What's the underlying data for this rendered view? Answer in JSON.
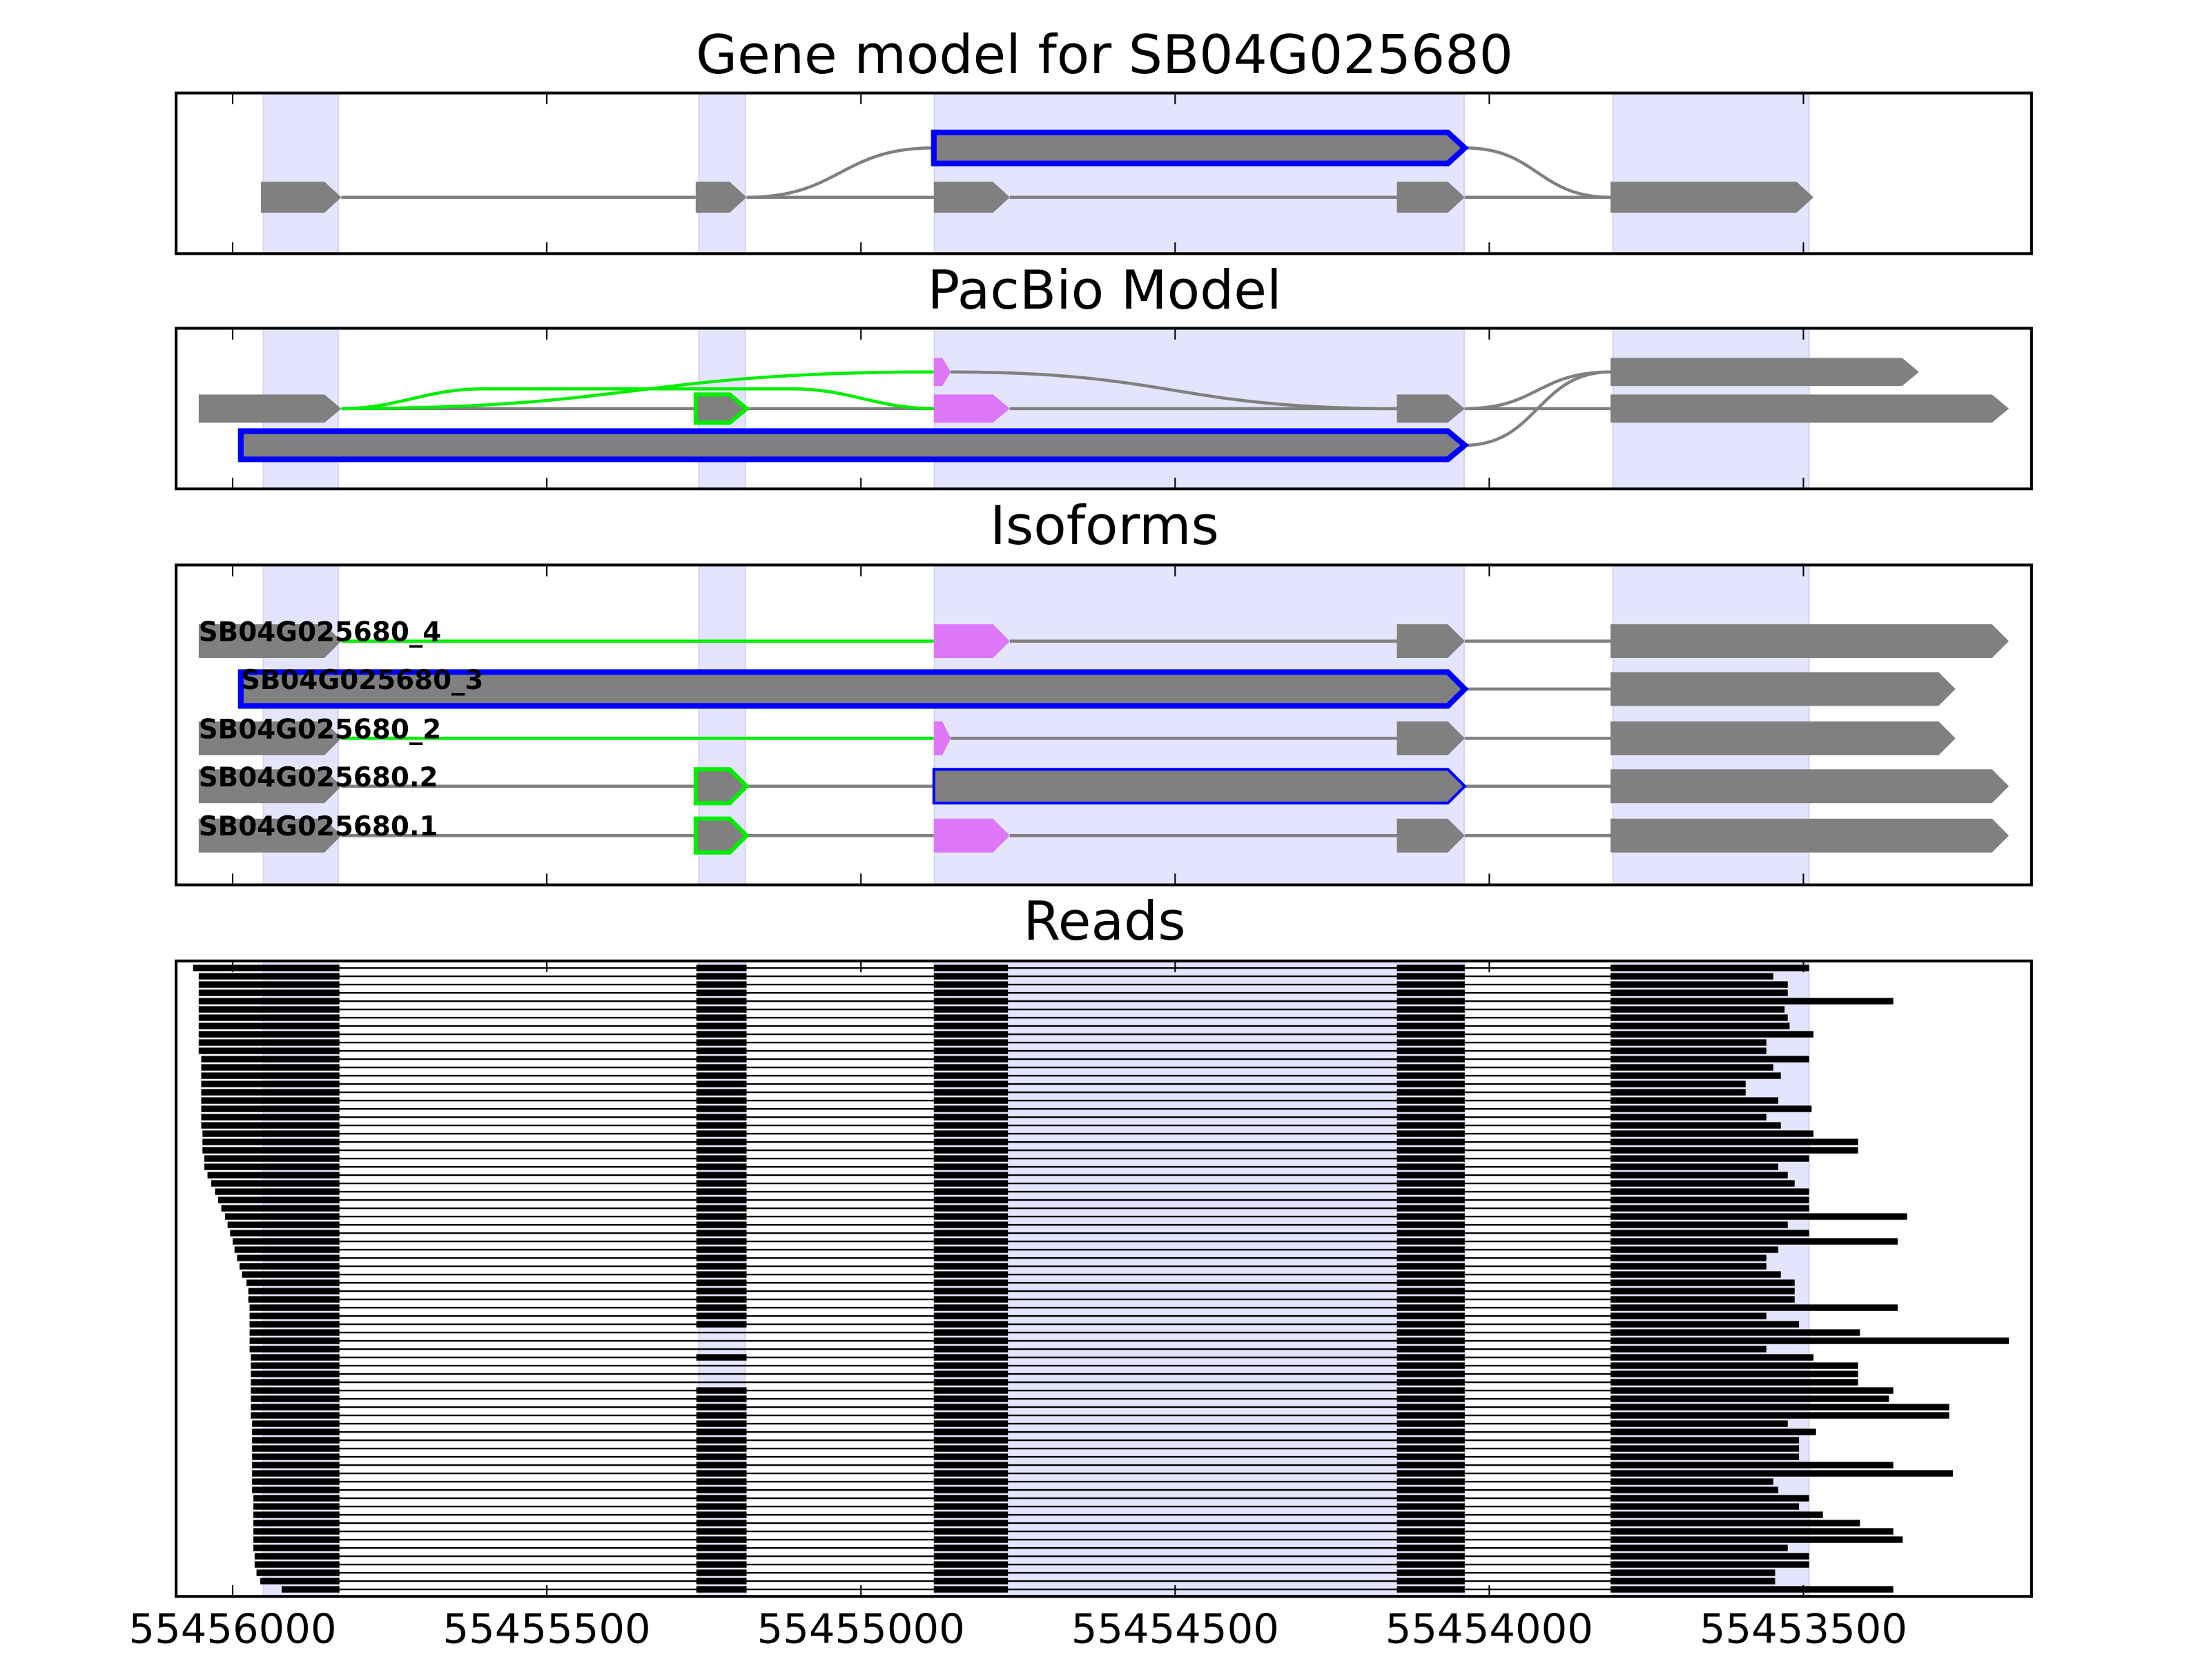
{
  "chart_data": {
    "type": "gene-structure",
    "xaxis": {
      "ticks": [
        55456000,
        55455500,
        55455000,
        55454500,
        55454000,
        55453500
      ],
      "tick_labels": [
        "55456000",
        "55455500",
        "55455000",
        "55454500",
        "55454000",
        "55453500"
      ],
      "xlim": [
        55456090,
        55453137
      ],
      "reversed": true
    },
    "colors": {
      "exon": "#808080",
      "alt_exon": "#dd77f7",
      "highlight": "#0000ff",
      "novel": "#00ee00",
      "shade": "#e4e4fc",
      "read": "#000000"
    },
    "shaded_regions": [
      [
        55455951,
        55455832
      ],
      [
        55455258,
        55455184
      ],
      [
        55454883,
        55454040
      ],
      [
        55453803,
        55453491
      ]
    ],
    "panels": [
      {
        "title": "Gene model for SB04G025680",
        "exons": [
          {
            "row": 1,
            "start": 55455955,
            "end": 55455827,
            "fill": "#808080"
          },
          {
            "row": 1,
            "start": 55455263,
            "end": 55455182,
            "fill": "#808080"
          },
          {
            "row": 1,
            "start": 55454884,
            "end": 55454763,
            "fill": "#808080"
          },
          {
            "row": 1,
            "start": 55454147,
            "end": 55454039,
            "fill": "#808080"
          },
          {
            "row": 1,
            "start": 55453807,
            "end": 55453484,
            "fill": "#808080"
          },
          {
            "row": 0,
            "start": 55454884,
            "end": 55454039,
            "fill": "#808080",
            "stroke": "#0000ff",
            "sw": 4
          }
        ],
        "edges": [
          {
            "from_row": 1,
            "from": 55455827,
            "to_row": 1,
            "to": 55455263,
            "color": "#808080"
          },
          {
            "from_row": 1,
            "from": 55455182,
            "to_row": 1,
            "to": 55454884,
            "color": "#808080"
          },
          {
            "from_row": 1,
            "from": 55454763,
            "to_row": 1,
            "to": 55454147,
            "color": "#808080"
          },
          {
            "from_row": 1,
            "from": 55454039,
            "to_row": 1,
            "to": 55453807,
            "color": "#808080"
          },
          {
            "from_row": 1,
            "from": 55455182,
            "to_row": 0,
            "to": 55454884,
            "color": "#808080"
          },
          {
            "from_row": 0,
            "from": 55454039,
            "to_row": 1,
            "to": 55453807,
            "color": "#808080"
          }
        ]
      },
      {
        "title": "PacBio Model",
        "exons": [
          {
            "row": 0,
            "start": 55454884,
            "end": 55454857,
            "fill": "#dd77f7"
          },
          {
            "row": 0,
            "start": 55453807,
            "end": 55453316,
            "fill": "#808080"
          },
          {
            "row": 1,
            "start": 55456054,
            "end": 55455827,
            "fill": "#808080"
          },
          {
            "row": 1,
            "start": 55455263,
            "end": 55455182,
            "fill": "#808080",
            "stroke": "#00ee00",
            "sw": 3
          },
          {
            "row": 1,
            "start": 55454884,
            "end": 55454763,
            "fill": "#dd77f7"
          },
          {
            "row": 1,
            "start": 55454147,
            "end": 55454039,
            "fill": "#808080"
          },
          {
            "row": 1,
            "start": 55453807,
            "end": 55453173,
            "fill": "#808080"
          },
          {
            "row": 2,
            "start": 55455987,
            "end": 55454039,
            "fill": "#808080",
            "stroke": "#0000ff",
            "sw": 4
          }
        ],
        "edges": [
          {
            "from_row": 1,
            "from": 55455827,
            "to_row": 1,
            "to": 55455263,
            "color": "#808080"
          },
          {
            "from_row": 1,
            "from": 55455182,
            "to_row": 1,
            "to": 55454884,
            "color": "#808080"
          },
          {
            "from_row": 1,
            "from": 55454763,
            "to_row": 1,
            "to": 55454147,
            "color": "#808080"
          },
          {
            "from_row": 1,
            "from": 55454039,
            "to_row": 1,
            "to": 55453807,
            "color": "#808080"
          },
          {
            "from_row": 0,
            "from": 55454857,
            "to_row": 1,
            "to": 55454147,
            "color": "#808080"
          },
          {
            "from_row": 1,
            "from": 55454039,
            "to_row": 0,
            "to": 55453807,
            "color": "#808080"
          },
          {
            "from_row": 2,
            "from": 55454039,
            "to_row": 0,
            "to": 55453807,
            "color": "#808080"
          },
          {
            "from_row": 1,
            "from": 55455827,
            "to_row": 0,
            "to": 55454884,
            "color": "#00ee00"
          },
          {
            "from_row": 1,
            "from": 55455827,
            "to_row": 1,
            "to": 55454884,
            "color": "#00ee00",
            "arc": true
          }
        ]
      },
      {
        "title": "Isoforms",
        "labels": [
          "SB04G025680_4",
          "SB04G025680_3",
          "SB04G025680_2",
          "SB04G025680.2",
          "SB04G025680.1"
        ],
        "exons": [
          {
            "row": 0,
            "start": 55456054,
            "end": 55455827,
            "fill": "#808080"
          },
          {
            "row": 0,
            "start": 55454884,
            "end": 55454763,
            "fill": "#dd77f7"
          },
          {
            "row": 0,
            "start": 55454147,
            "end": 55454039,
            "fill": "#808080"
          },
          {
            "row": 0,
            "start": 55453807,
            "end": 55453173,
            "fill": "#808080"
          },
          {
            "row": 1,
            "start": 55455987,
            "end": 55454039,
            "fill": "#808080",
            "stroke": "#0000ff",
            "sw": 4
          },
          {
            "row": 1,
            "start": 55453807,
            "end": 55453258,
            "fill": "#808080"
          },
          {
            "row": 2,
            "start": 55456054,
            "end": 55455827,
            "fill": "#808080"
          },
          {
            "row": 2,
            "start": 55454884,
            "end": 55454857,
            "fill": "#dd77f7"
          },
          {
            "row": 2,
            "start": 55454147,
            "end": 55454039,
            "fill": "#808080"
          },
          {
            "row": 2,
            "start": 55453807,
            "end": 55453258,
            "fill": "#808080"
          },
          {
            "row": 3,
            "start": 55456054,
            "end": 55455827,
            "fill": "#808080"
          },
          {
            "row": 3,
            "start": 55455263,
            "end": 55455182,
            "fill": "#808080",
            "stroke": "#00ee00",
            "sw": 3
          },
          {
            "row": 3,
            "start": 55454884,
            "end": 55454039,
            "fill": "#808080",
            "stroke": "#0000ff",
            "sw": 2
          },
          {
            "row": 3,
            "start": 55453807,
            "end": 55453173,
            "fill": "#808080"
          },
          {
            "row": 4,
            "start": 55456054,
            "end": 55455827,
            "fill": "#808080"
          },
          {
            "row": 4,
            "start": 55455263,
            "end": 55455182,
            "fill": "#808080",
            "stroke": "#00ee00",
            "sw": 3
          },
          {
            "row": 4,
            "start": 55454884,
            "end": 55454763,
            "fill": "#dd77f7"
          },
          {
            "row": 4,
            "start": 55454147,
            "end": 55454039,
            "fill": "#808080"
          },
          {
            "row": 4,
            "start": 55453807,
            "end": 55453173,
            "fill": "#808080"
          }
        ],
        "edges": [
          {
            "from_row": 0,
            "from": 55455827,
            "to_row": 0,
            "to": 55454884,
            "color": "#00ee00"
          },
          {
            "from_row": 0,
            "from": 55454763,
            "to_row": 0,
            "to": 55454147,
            "color": "#808080"
          },
          {
            "from_row": 0,
            "from": 55454039,
            "to_row": 0,
            "to": 55453807,
            "color": "#808080"
          },
          {
            "from_row": 1,
            "from": 55454039,
            "to_row": 1,
            "to": 55453807,
            "color": "#808080"
          },
          {
            "from_row": 2,
            "from": 55455827,
            "to_row": 2,
            "to": 55454884,
            "color": "#00ee00"
          },
          {
            "from_row": 2,
            "from": 55454857,
            "to_row": 2,
            "to": 55454147,
            "color": "#808080"
          },
          {
            "from_row": 2,
            "from": 55454039,
            "to_row": 2,
            "to": 55453807,
            "color": "#808080"
          },
          {
            "from_row": 3,
            "from": 55455827,
            "to_row": 3,
            "to": 55455263,
            "color": "#808080"
          },
          {
            "from_row": 3,
            "from": 55455182,
            "to_row": 3,
            "to": 55454884,
            "color": "#808080"
          },
          {
            "from_row": 3,
            "from": 55454039,
            "to_row": 3,
            "to": 55453807,
            "color": "#808080"
          },
          {
            "from_row": 4,
            "from": 55455827,
            "to_row": 4,
            "to": 55455263,
            "color": "#808080"
          },
          {
            "from_row": 4,
            "from": 55455182,
            "to_row": 4,
            "to": 55454884,
            "color": "#808080"
          },
          {
            "from_row": 4,
            "from": 55454763,
            "to_row": 4,
            "to": 55454147,
            "color": "#808080"
          },
          {
            "from_row": 4,
            "from": 55454039,
            "to_row": 4,
            "to": 55453807,
            "color": "#808080"
          }
        ]
      },
      {
        "title": "Reads",
        "read_blocks": [
          [
            null,
            55455830
          ],
          [
            55455262,
            55455182
          ],
          [
            55454884,
            55454766
          ],
          [
            55454147,
            55454039
          ],
          [
            55453807,
            null
          ]
        ],
        "reads": [
          [
            55456063,
            55453491,
            1
          ],
          [
            55456054,
            55453548,
            1
          ],
          [
            55456054,
            55453525,
            1
          ],
          [
            55456054,
            55453525,
            1
          ],
          [
            55456054,
            55453357,
            1
          ],
          [
            55456054,
            55453530,
            1
          ],
          [
            55456054,
            55453525,
            1
          ],
          [
            55456054,
            55453522,
            1
          ],
          [
            55456054,
            55453484,
            1
          ],
          [
            55456054,
            55453559,
            1
          ],
          [
            55456054,
            55453559,
            1
          ],
          [
            55456050,
            55453491,
            1
          ],
          [
            55456050,
            55453548,
            1
          ],
          [
            55456050,
            55453536,
            1
          ],
          [
            55456050,
            55453592,
            1
          ],
          [
            55456050,
            55453592,
            1
          ],
          [
            55456050,
            55453540,
            1
          ],
          [
            55456050,
            55453487,
            1
          ],
          [
            55456050,
            55453559,
            1
          ],
          [
            55456050,
            55453536,
            1
          ],
          [
            55456048,
            55453484,
            1
          ],
          [
            55456048,
            55453413,
            1
          ],
          [
            55456048,
            55453413,
            1
          ],
          [
            55456045,
            55453491,
            1
          ],
          [
            55456045,
            55453540,
            1
          ],
          [
            55456040,
            55453525,
            1
          ],
          [
            55456034,
            55453514,
            1
          ],
          [
            55456028,
            55453491,
            1
          ],
          [
            55456023,
            55453491,
            1
          ],
          [
            55456018,
            55453491,
            1
          ],
          [
            55456012,
            55453335,
            1
          ],
          [
            55456008,
            55453525,
            1
          ],
          [
            55456004,
            55453491,
            1
          ],
          [
            55456000,
            55453350,
            1
          ],
          [
            55455997,
            55453540,
            1
          ],
          [
            55455993,
            55453559,
            1
          ],
          [
            55455989,
            55453559,
            1
          ],
          [
            55455985,
            55453536,
            1
          ],
          [
            55455978,
            55453514,
            1
          ],
          [
            55455975,
            55453514,
            1
          ],
          [
            55455975,
            55453514,
            1
          ],
          [
            55455973,
            55453350,
            1
          ],
          [
            55455973,
            55453559,
            1
          ],
          [
            55455973,
            55453507,
            1
          ],
          [
            55455973,
            55453410,
            0
          ],
          [
            55455973,
            55453173,
            0
          ],
          [
            55455973,
            55453559,
            0
          ],
          [
            55455971,
            55453484,
            1
          ],
          [
            55455971,
            55453413,
            0
          ],
          [
            55455971,
            55453413,
            0
          ],
          [
            55455971,
            55453413,
            0
          ],
          [
            55455971,
            55453357,
            1
          ],
          [
            55455971,
            55453364,
            1
          ],
          [
            55455971,
            55453268,
            1
          ],
          [
            55455971,
            55453268,
            1
          ],
          [
            55455969,
            55453525,
            1
          ],
          [
            55455969,
            55453480,
            1
          ],
          [
            55455969,
            55453507,
            1
          ],
          [
            55455969,
            55453507,
            1
          ],
          [
            55455969,
            55453507,
            1
          ],
          [
            55455969,
            55453357,
            1
          ],
          [
            55455969,
            55453262,
            1
          ],
          [
            55455969,
            55453548,
            1
          ],
          [
            55455969,
            55453540,
            1
          ],
          [
            55455967,
            55453491,
            1
          ],
          [
            55455967,
            55453507,
            1
          ],
          [
            55455967,
            55453469,
            1
          ],
          [
            55455967,
            55453410,
            1
          ],
          [
            55455967,
            55453357,
            1
          ],
          [
            55455967,
            55453342,
            1
          ],
          [
            55455967,
            55453525,
            1
          ],
          [
            55455965,
            55453491,
            1
          ],
          [
            55455965,
            55453491,
            1
          ],
          [
            55455962,
            55453545,
            1
          ],
          [
            55455956,
            55453545,
            1
          ],
          [
            55455922,
            55453357,
            1
          ]
        ]
      }
    ]
  }
}
